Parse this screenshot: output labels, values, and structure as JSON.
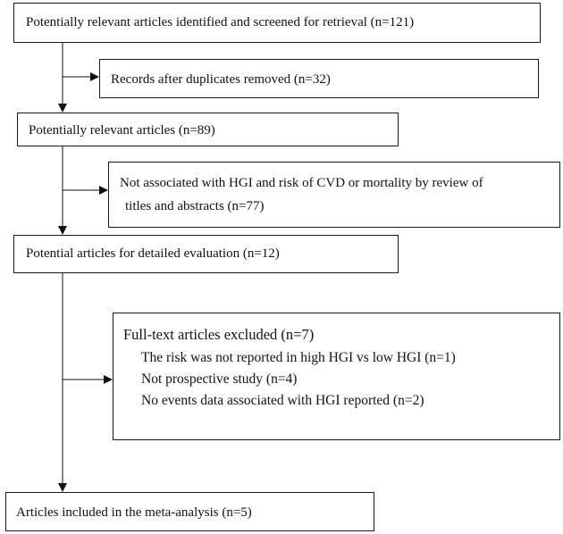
{
  "flowchart": {
    "identified": "Potentially relevant articles identified and screened for retrieval (n=121)",
    "duplicates_removed": "Records after duplicates removed (n=32)",
    "relevant": "Potentially relevant articles (n=89)",
    "excluded_review_line1": "Not associated with HGI and risk of CVD or mortality by review of",
    "excluded_review_line2": "titles and abstracts (n=77)",
    "detailed_evaluation": "Potential articles for detailed evaluation (n=12)",
    "fulltext_excluded": {
      "title": "Full-text articles excluded (n=7)",
      "reasons": [
        "The risk was not reported in high HGI vs low HGI (n=1)",
        "Not prospective study (n=4)",
        "No events data associated with HGI reported (n=2)"
      ]
    },
    "included": "Articles included in the meta-analysis (n=5)"
  }
}
